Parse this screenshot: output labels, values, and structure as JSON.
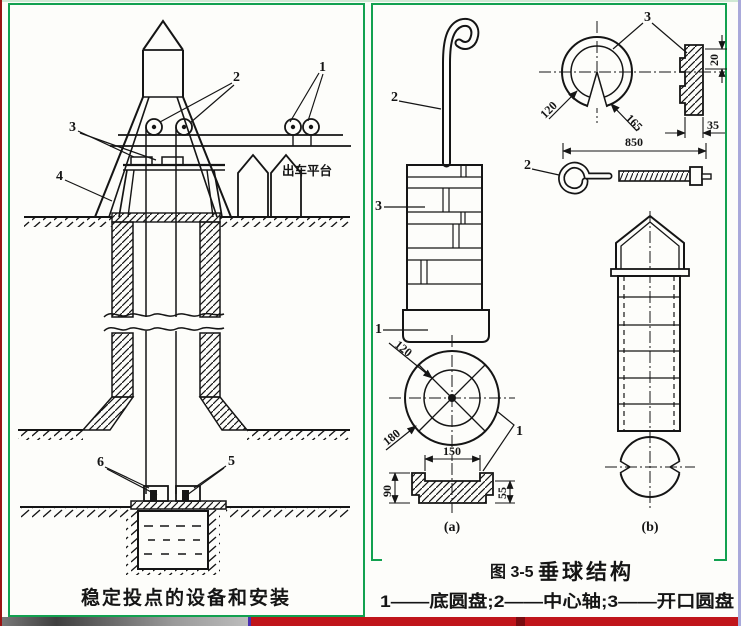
{
  "window": {
    "bg": "#fdfdfa",
    "panel_border_color": "#12a150",
    "left_edge_color": "#9b1313",
    "right_edge_color": "#a9a9da",
    "strip_red": "#c0151a",
    "strip_red_dark": "#7a0c10",
    "strip_purple": "#4a2fb0"
  },
  "left_panel": {
    "caption": "稳定投点的设备和安装",
    "platform_label": "出车平台",
    "callouts": {
      "c1": "1",
      "c2": "2",
      "c3": "3",
      "c4": "4",
      "c5": "5",
      "c6": "6"
    }
  },
  "right_panel": {
    "caption": "垂球结构",
    "watermark": "图 3-5",
    "legend": "1——底圆盘;2——中心轴;3——开口圆盘",
    "fig_a": "(a)",
    "fig_b": "(b)",
    "callouts": {
      "hook": "2",
      "stack": "3",
      "base": "1",
      "open_disc": "3",
      "hook_detail": "2",
      "base_detail": "1"
    },
    "dims": {
      "open_inner": "120",
      "open_outer": "165",
      "open_thickness": "20",
      "open_step": "35",
      "rod_length": "850",
      "base_inner": "120",
      "base_outer": "180",
      "base_top_width": "150",
      "base_height": "90",
      "base_rim_height": "55"
    }
  }
}
